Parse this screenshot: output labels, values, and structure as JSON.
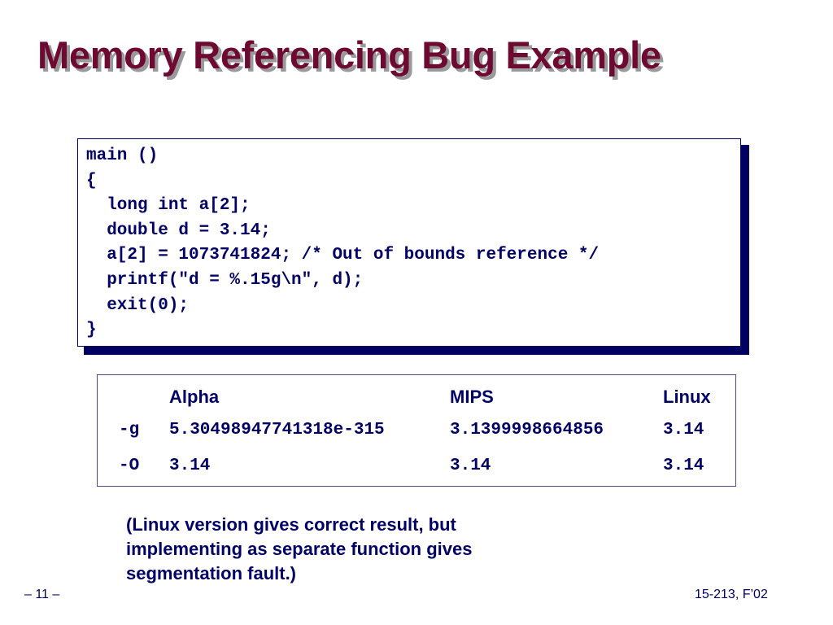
{
  "slide": {
    "title": "Memory Referencing Bug Example"
  },
  "code": {
    "lines": [
      "main ()",
      "{",
      "  long int a[2];",
      "  double d = 3.14;",
      "  a[2] = 1073741824; /* Out of bounds reference */",
      "  printf(\"d = %.15g\\n\", d);",
      "  exit(0);",
      "}"
    ]
  },
  "results": {
    "headers": [
      "Alpha",
      "MIPS",
      "Linux"
    ],
    "rows": [
      {
        "label": "-g",
        "alpha": "5.30498947741318e-315",
        "mips": "3.1399998664856",
        "linux": "3.14"
      },
      {
        "label": "-O",
        "alpha": "3.14",
        "mips": "3.14",
        "linux": "3.14"
      }
    ]
  },
  "note": {
    "line1": "(Linux version gives correct result, but",
    "line2": "implementing as separate function gives",
    "line3": "segmentation fault.)"
  },
  "footer": {
    "page": "– 11 –",
    "course": "15-213, F’02"
  },
  "colors": {
    "title": "#6e0a32",
    "text": "#000066",
    "shadow": "#000060"
  }
}
